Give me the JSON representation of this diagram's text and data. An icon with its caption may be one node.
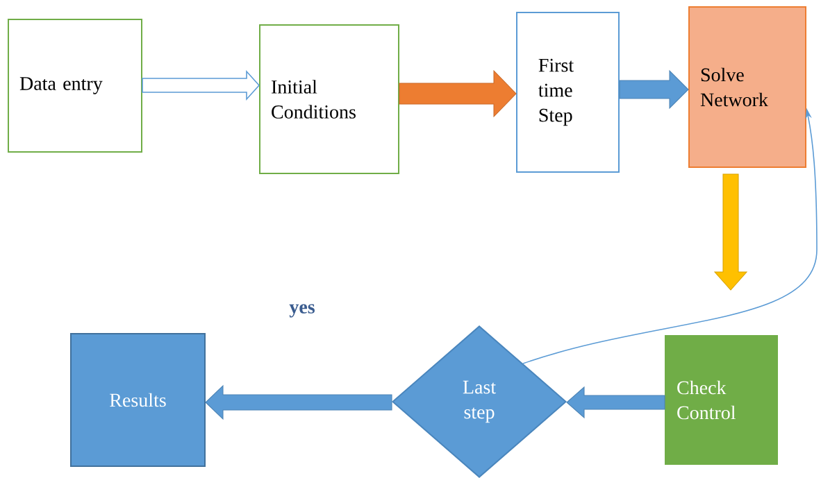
{
  "diagram": {
    "nodes": [
      {
        "text": [
          "Data entry"
        ]
      },
      {
        "text": [
          "Initial Conditions"
        ]
      },
      {
        "text": [
          "First time Step"
        ]
      },
      {
        "text": [
          "Solve Network"
        ]
      },
      {
        "text": [
          "Check Control"
        ]
      },
      {
        "text": [
          "Last step"
        ]
      },
      {
        "text": [
          "Results"
        ]
      }
    ],
    "edges": [
      {
        "from": 0,
        "to": 1,
        "arrow": "to"
      },
      {
        "from": 1,
        "to": 2,
        "arrow": "to",
        "color": "#ed7d31"
      },
      {
        "from": 2,
        "to": 3,
        "arrow": "to"
      },
      {
        "from": 3,
        "to": 4,
        "arrow": "to",
        "color": "#ffc000"
      },
      {
        "from": 4,
        "to": 5,
        "arrow": "to"
      },
      {
        "from": 5,
        "to": 6,
        "arrow": "to"
      },
      {
        "from": 5,
        "to": 3,
        "arrow": "to"
      }
    ],
    "labels": [
      "yes"
    ]
  }
}
